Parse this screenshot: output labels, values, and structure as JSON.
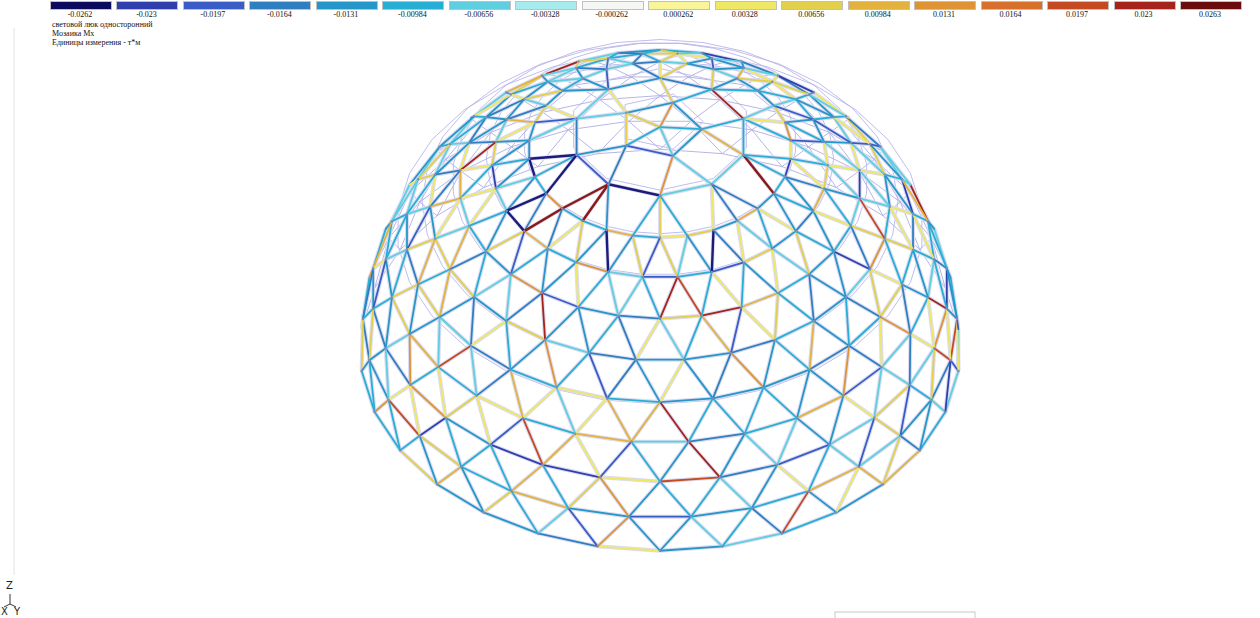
{
  "diagram": {
    "labels": [
      "световой люк односторонний",
      "Мозаика Mx",
      "Единицы измерения - т*м",
      "Z",
      "X",
      "Y"
    ],
    "legend": [
      {
        "text": "-0.0262",
        "color": "#0b0b5e"
      },
      {
        "text": "-0.023",
        "color": "#2f3fae"
      },
      {
        "text": "-0.0197",
        "color": "#3a5cc6"
      },
      {
        "text": "-0.0164",
        "color": "#2f7fc0"
      },
      {
        "text": "-0.0131",
        "color": "#2596c8"
      },
      {
        "text": "-0.00984",
        "color": "#27aed4"
      },
      {
        "text": "-0.00656",
        "color": "#5fcfe0"
      },
      {
        "text": "-0.00328",
        "color": "#a6ecef"
      },
      {
        "text": "-0.000262",
        "color": "#f4f7f4"
      },
      {
        "text": "0.000262",
        "color": "#f8f59a"
      },
      {
        "text": "0.00328",
        "color": "#eee864"
      },
      {
        "text": "0.00656",
        "color": "#e3d04a"
      },
      {
        "text": "0.00984",
        "color": "#e2b23c"
      },
      {
        "text": "0.0131",
        "color": "#de9334"
      },
      {
        "text": "0.0164",
        "color": "#d6702b"
      },
      {
        "text": "0.0197",
        "color": "#c44a22"
      },
      {
        "text": "0.023",
        "color": "#a5231a"
      },
      {
        "text": "0.0263",
        "color": "#6a0b0e"
      }
    ]
  }
}
